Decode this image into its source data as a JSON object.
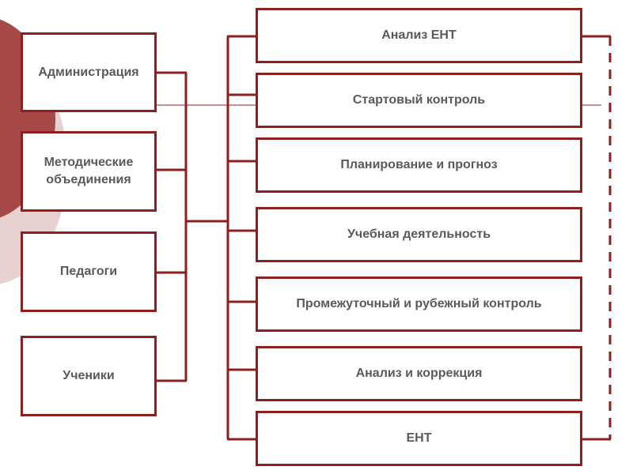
{
  "left_column": [
    {
      "label": "Администрация"
    },
    {
      "label": "Методические\nобъединения"
    },
    {
      "label": "Педагоги"
    },
    {
      "label": "Ученики"
    }
  ],
  "right_column": [
    {
      "label": "Анализ ЕНТ"
    },
    {
      "label": "Стартовый контроль"
    },
    {
      "label": "Планирование и прогноз"
    },
    {
      "label": "Учебная деятельность"
    },
    {
      "label": "Промежуточный и рубежный контроль"
    },
    {
      "label": "Анализ и коррекция"
    },
    {
      "label": "ЕНТ"
    }
  ],
  "colors": {
    "border": "#8e1f1f",
    "text": "#5a5a5a",
    "deco_dark": "#a44848",
    "deco_light": "#e8d0d0",
    "thin_line": "#b86a6a"
  }
}
